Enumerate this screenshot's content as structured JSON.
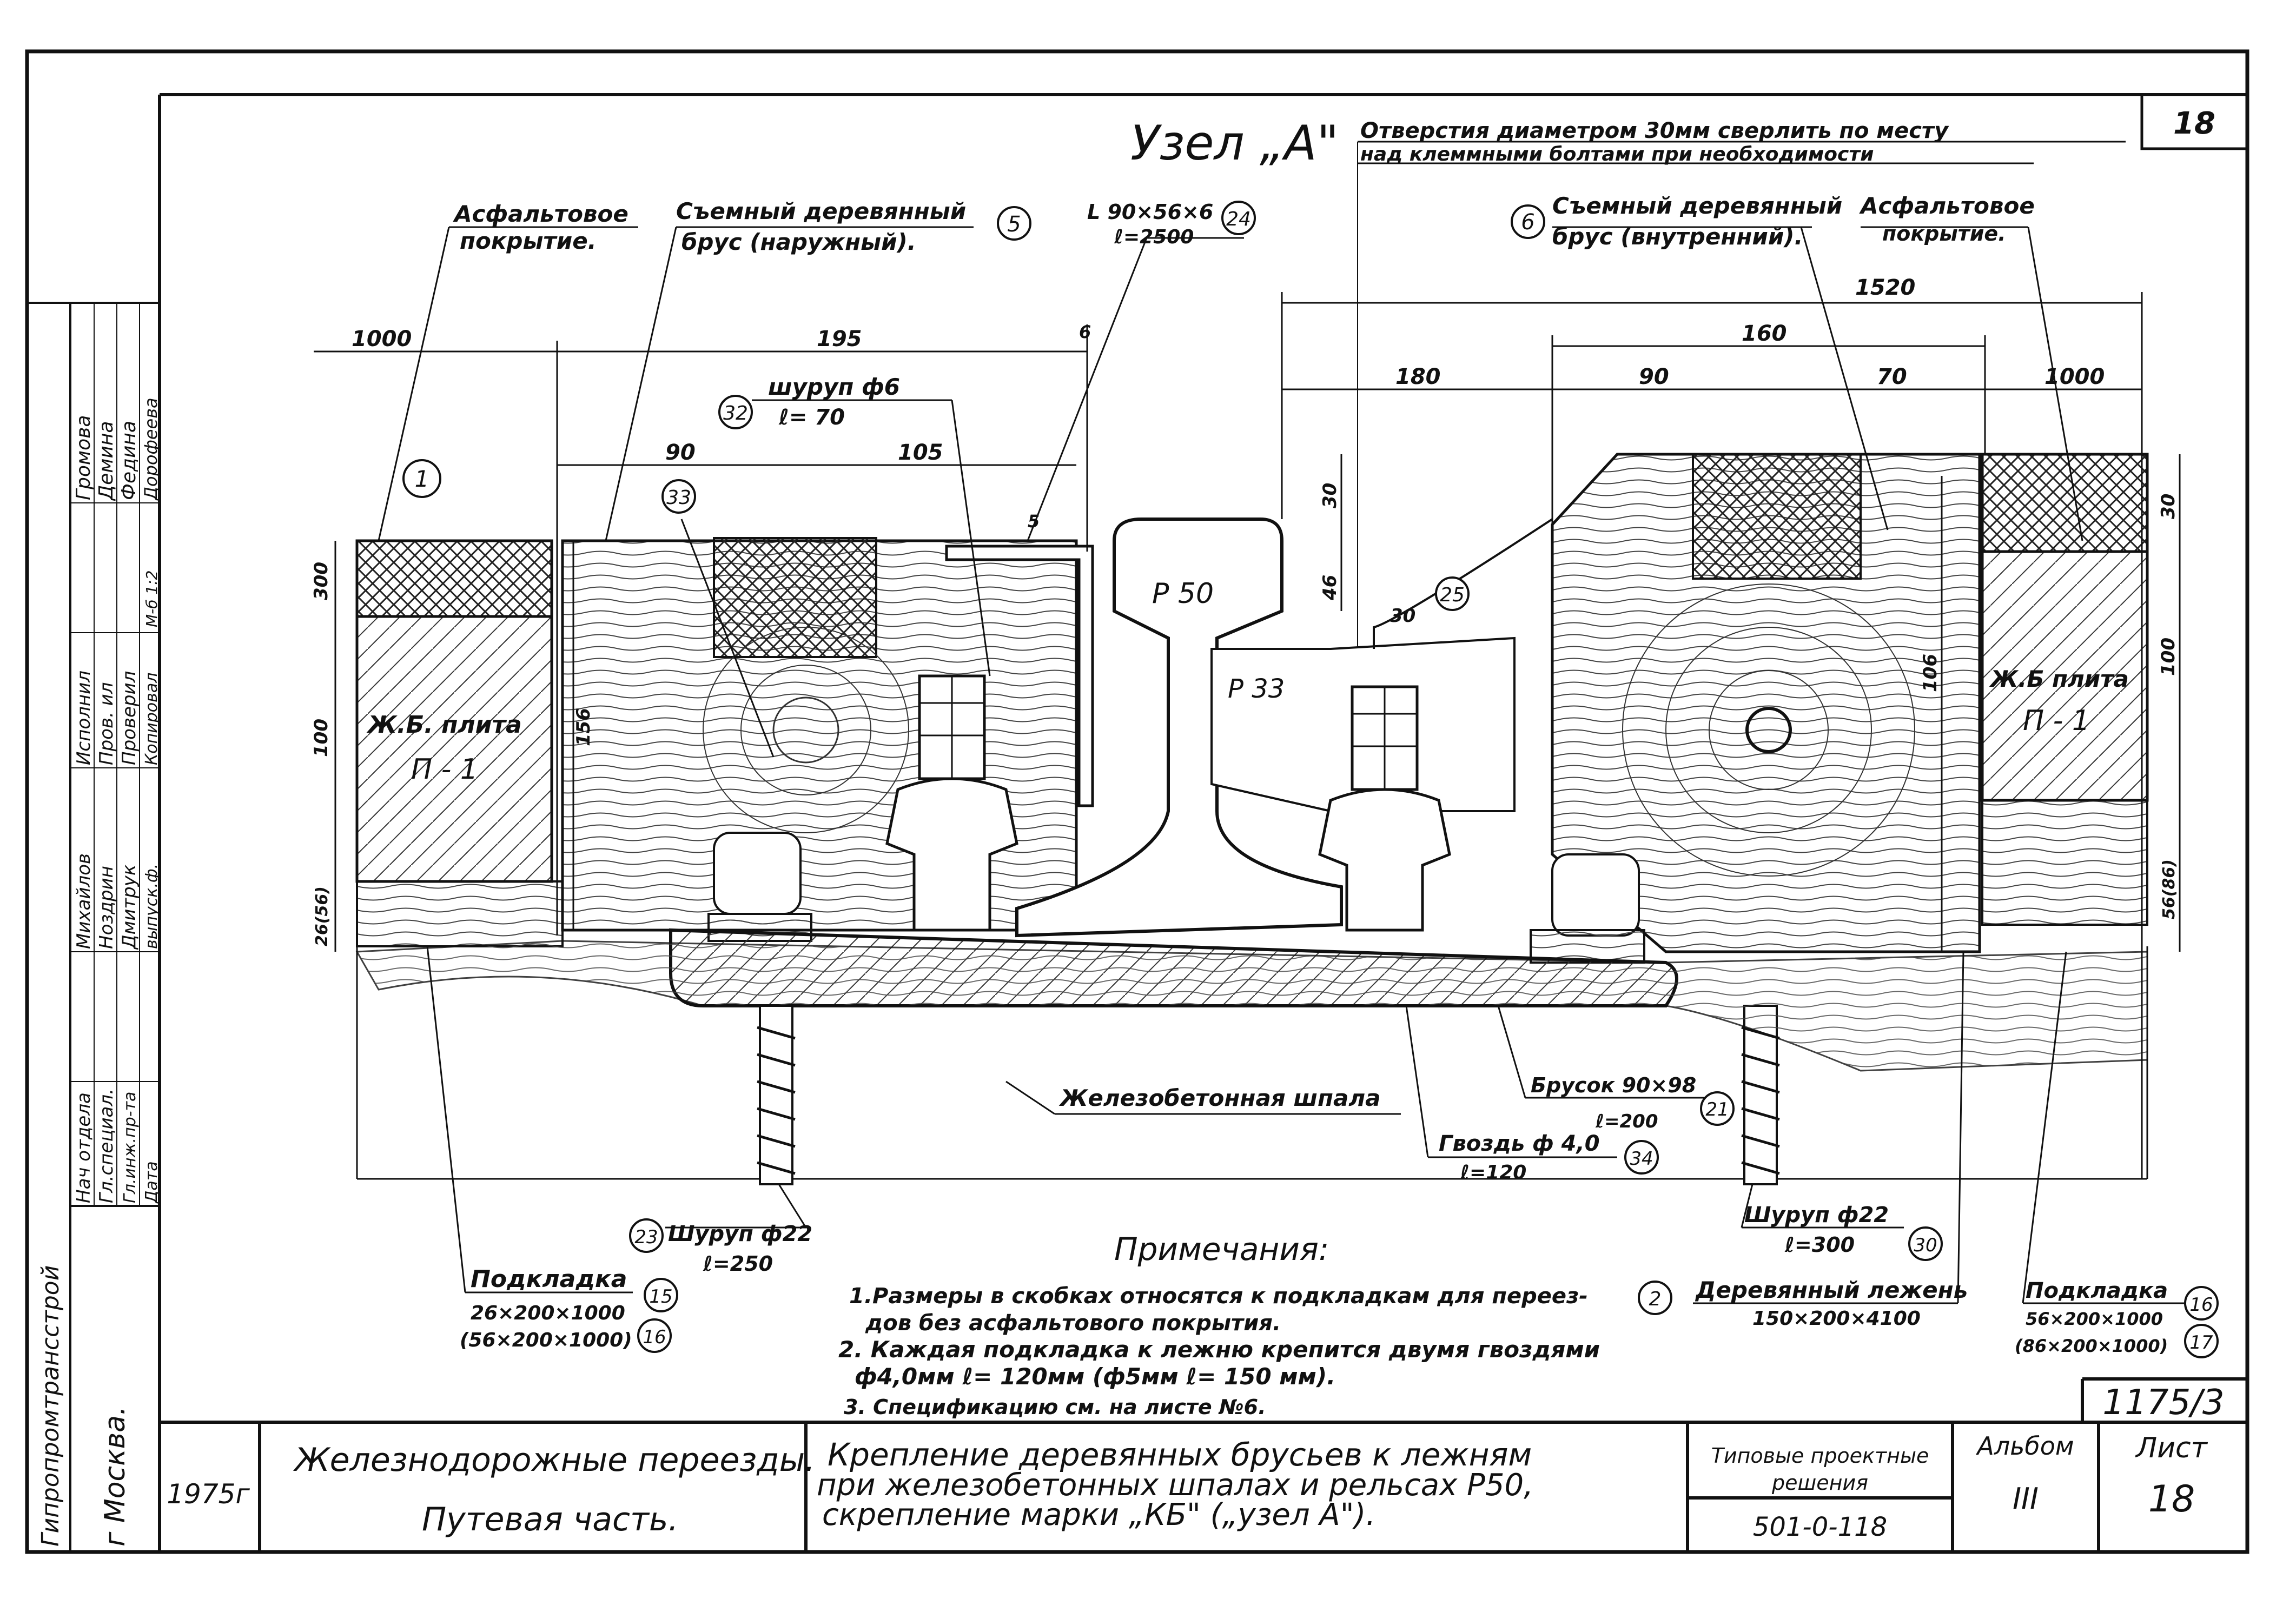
{
  "sheet_corner_number": "18",
  "title": "Узел „А\"",
  "top_note": {
    "line1": "Отверстия диаметром 30мм сверлить по месту",
    "line2": "над клеммными болтами при необходимости"
  },
  "callouts": {
    "asphalt_left": {
      "line1": "Асфальтовое",
      "line2": "покрытие."
    },
    "beam_outer": {
      "line1": "Съемный деревянный",
      "line2": "брус (наружный)."
    },
    "angle": {
      "line1": "L 90×56×6",
      "line2": "ℓ=2500",
      "num": "24"
    },
    "beam_inner": {
      "line1": "Съемный деревянный",
      "line2": "брус (внутренний).",
      "num": "6"
    },
    "asphalt_right": {
      "line1": "Асфальтовое",
      "line2": "покрытие."
    },
    "screw6": {
      "line1": "шуруп ф6",
      "line2": "ℓ= 70",
      "num": "32"
    },
    "num33": "33",
    "num1": "1",
    "num5": "5",
    "num25": "25",
    "rail_p50": "Р 50",
    "rail_p33": "Р 33",
    "slab_left": {
      "line1": "Ж.Б. плита",
      "line2": "П - 1"
    },
    "slab_right": {
      "line1": "Ж.Б плита",
      "line2": "П - 1"
    },
    "concrete_sleeper": "Железобетонная шпала",
    "bar": {
      "line1": "Брусок 90×98",
      "line2": "ℓ=200",
      "num": "21"
    },
    "nail": {
      "line1": "Гвоздь ф 4,0",
      "line2": "ℓ=120",
      "num": "34"
    },
    "screw22_left": {
      "line1": "Шуруп ф22",
      "line2": "ℓ=250",
      "num": "23"
    },
    "screw22_right": {
      "line1": "Шуруп ф22",
      "line2": "ℓ=300",
      "num": "30"
    },
    "pad_left": {
      "line1": "Подкладка",
      "line2": "26×200×1000",
      "line3": "(56×200×1000)",
      "num1": "15",
      "num2": "16"
    },
    "beam_timber": {
      "line1": "Деревянный лежень",
      "line2": "150×200×4100",
      "num": "2"
    },
    "pad_right": {
      "line1": "Подкладка",
      "line2": "56×200×1000",
      "line3": "(86×200×1000)",
      "num1": "16",
      "num2": "17"
    }
  },
  "dimensions": {
    "d1000_left": "1000",
    "d195": "195",
    "d6": "6",
    "d90_left": "90",
    "d105": "105",
    "d5": "5",
    "d1520": "1520",
    "d160": "160",
    "d180": "180",
    "d90_right": "90",
    "d70": "70",
    "d1000_right": "1000",
    "d30_top": "30",
    "d46": "46",
    "d30_mid": "30",
    "d106": "106",
    "v300": "300",
    "v100": "100",
    "v26_56": "26(56)",
    "v156": "156",
    "v30_right": "30",
    "v100_right": "100",
    "v56_86": "56(86)"
  },
  "notes": {
    "heading": "Примечания:",
    "n1a": "1.Размеры в скобках относятся к подкладкам для переез-",
    "n1b": "дов без асфальтового покрытия.",
    "n2a": "2. Каждая подкладка к лежню крепится двумя гвоздями",
    "n2b": "ф4,0мм ℓ= 120мм (ф5мм ℓ= 150 мм).",
    "n3": "3. Спецификацию см. на листе №6."
  },
  "left_stamp": {
    "org": "Гипропромтрансстрой",
    "city": "г Москва.",
    "roles": [
      "Нач отдела",
      "Гл.специал.",
      "Гл.инж.пр-та",
      "Дата"
    ],
    "names_col1": [
      "Михайлов",
      "Ноздрин",
      "Дмитрук",
      "выпуск.ф."
    ],
    "roles2": [
      "Исполнил",
      "Пров. ил",
      "Проверил",
      "Копировал"
    ],
    "names_col2": [
      "Громова",
      "Демина",
      "Федина",
      "Дорофеева"
    ],
    "sign": "М-б 1:2"
  },
  "title_block": {
    "code": "1175/3",
    "year": "1975г",
    "project_line1": "Железнодорожные переезды.",
    "project_line2": "Путевая часть.",
    "sheet_title_line1": "Крепление деревянных брусьев к лежням",
    "sheet_title_line2": "при железобетонных шпалах и рельсах Р50,",
    "sheet_title_line3": "скрепление марки „КБ\" („узел А\").",
    "series_label_line1": "Типовые проектные",
    "series_label_line2": "решения",
    "series_code": "501-0-118",
    "album_label": "Альбом",
    "album_value": "III",
    "sheet_label": "Лист",
    "sheet_value": "18"
  }
}
